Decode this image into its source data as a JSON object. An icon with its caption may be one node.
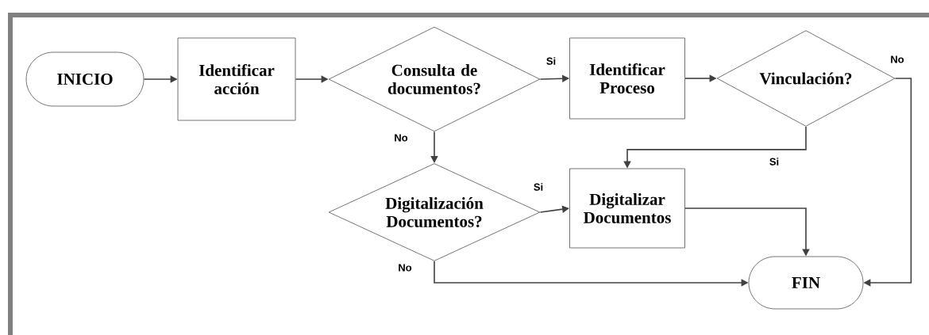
{
  "diagram": {
    "nodes": [
      {
        "text": [
          "INICIO"
        ]
      },
      {
        "text": [
          "Identificar acción"
        ]
      },
      {
        "text": [
          "Consulta de documentos?"
        ]
      },
      {
        "text": [
          "Identificar Proceso"
        ]
      },
      {
        "text": [
          "Vinculación?"
        ]
      },
      {
        "text": [
          "Digitalización Documentos?"
        ]
      },
      {
        "text": [
          "Digitalizar Documentos"
        ]
      },
      {
        "text": [
          "FIN"
        ]
      }
    ],
    "edges": [
      {
        "from": 0,
        "to": 1,
        "arrow": "to"
      },
      {
        "from": 1,
        "to": 2,
        "arrow": "to"
      },
      {
        "from": 2,
        "to": 3,
        "arrow": "to",
        "label": "Si"
      },
      {
        "from": 2,
        "to": 5,
        "arrow": "to",
        "label": "No"
      },
      {
        "from": 3,
        "to": 4,
        "arrow": "to"
      },
      {
        "from": 4,
        "to": 6,
        "arrow": "to",
        "label": "Si"
      },
      {
        "from": 4,
        "to": 7,
        "arrow": "to",
        "label": "No"
      },
      {
        "from": 5,
        "to": 6,
        "arrow": "to",
        "label": "Si"
      },
      {
        "from": 5,
        "to": 7,
        "arrow": "to",
        "label": "No"
      },
      {
        "from": 6,
        "to": 7,
        "arrow": "to"
      }
    ]
  }
}
